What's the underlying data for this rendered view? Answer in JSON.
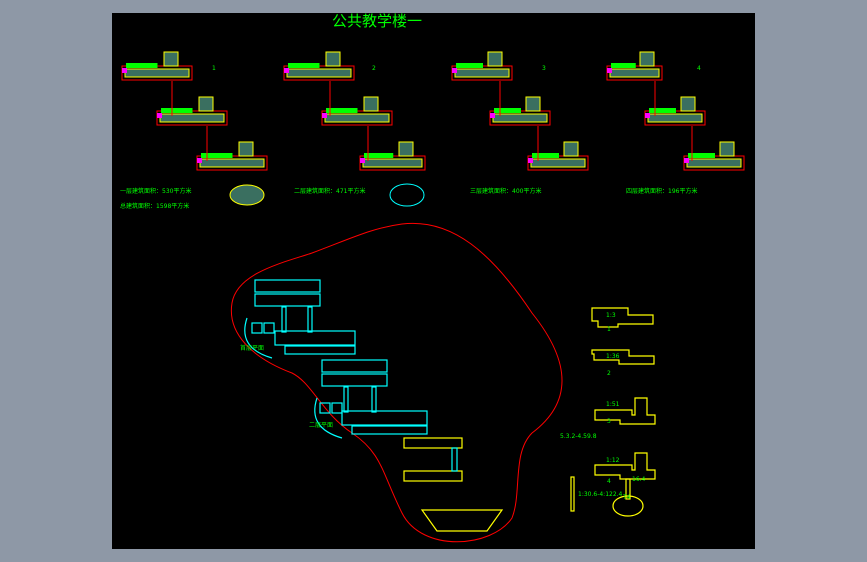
{
  "drawing": {
    "title": "公共教学楼一",
    "plan_labels": [
      "1",
      "2",
      "3",
      "4"
    ],
    "area_notes": [
      "一层建筑面积：530平方米",
      "二层建筑面积：471平方米",
      "三层建筑面积：400平方米",
      "四层建筑面积：196平方米"
    ],
    "total_area": "总建筑面积：1598平方米",
    "site_labels": [
      "首层平面",
      "二层平面"
    ],
    "section_labels": [
      "1:3",
      "1:36",
      "1:51",
      "1:12"
    ],
    "section_numbers": [
      "1",
      "2",
      "3",
      "4"
    ],
    "side_notes": [
      "5.3.2-4.59.8",
      "1:30.6-4:122.4",
      "16.4",
      "T4"
    ],
    "colors": {
      "green": "#00ff00",
      "cyan": "#00ffff",
      "yellow": "#ffff00",
      "red": "#ff0000",
      "magenta": "#ff00ff",
      "fill": "#3a6f60"
    }
  }
}
